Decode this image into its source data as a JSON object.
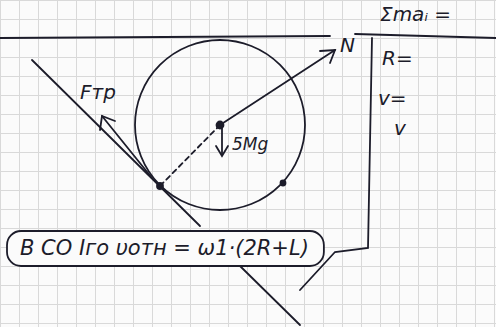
{
  "diagram": {
    "nodes": [
      {
        "text": [
          "В СО Iго υотн = ω1·(2R+L)"
        ]
      }
    ],
    "labels": [
      "N",
      "Fтр",
      "5Mg",
      "R=",
      "v=",
      "v",
      "Σmaᵢ ="
    ]
  }
}
